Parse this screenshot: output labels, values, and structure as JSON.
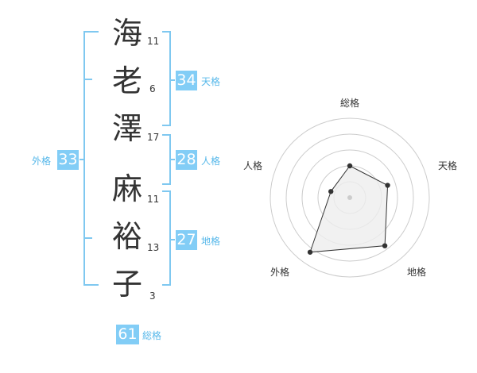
{
  "name": {
    "characters": [
      {
        "char": "海",
        "strokes": "11"
      },
      {
        "char": "老",
        "strokes": "6"
      },
      {
        "char": "澤",
        "strokes": "17"
      },
      {
        "char": "麻",
        "strokes": "11"
      },
      {
        "char": "裕",
        "strokes": "13"
      },
      {
        "char": "子",
        "strokes": "3"
      }
    ]
  },
  "fortune": {
    "tenkaku": {
      "value": "34",
      "label": "天格"
    },
    "jinkaku": {
      "value": "28",
      "label": "人格"
    },
    "chikaku": {
      "value": "27",
      "label": "地格"
    },
    "gaikaku": {
      "value": "33",
      "label": "外格"
    },
    "soukaku": {
      "value": "61",
      "label": "総格"
    }
  },
  "radar": {
    "axes": [
      "総格",
      "天格",
      "地格",
      "外格",
      "人格"
    ],
    "levels": [
      0.4,
      0.5,
      0.75,
      0.85,
      0.25
    ],
    "colors": {
      "grid": "#cccccc",
      "fill": "#eeeeee",
      "line": "#333333",
      "point": "#333333",
      "center": "#cccccc"
    }
  },
  "colors": {
    "accent": "#82cdf6",
    "accent_text": "#57b8ea",
    "bracket": "#7fc8f0"
  }
}
